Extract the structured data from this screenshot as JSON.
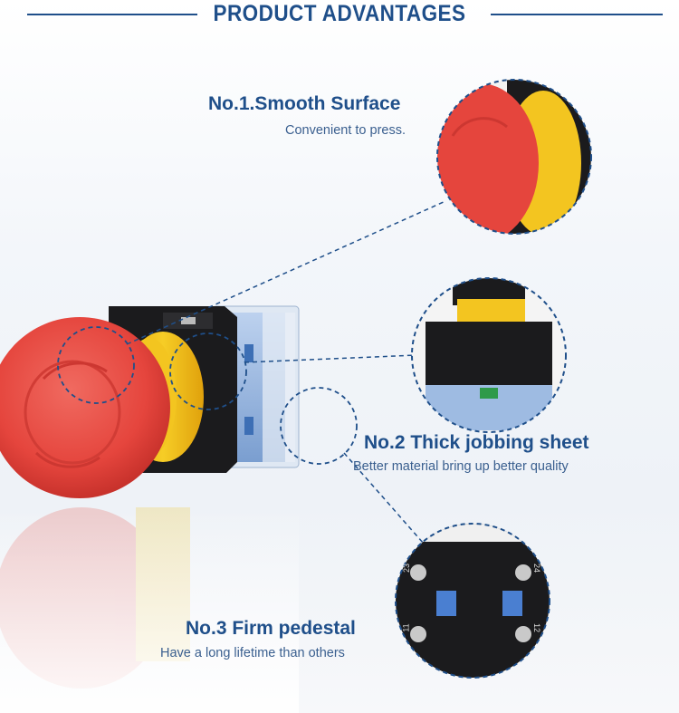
{
  "header": {
    "title": "PRODUCT ADVANTAGES"
  },
  "features": [
    {
      "title": "No.1.Smooth Surface",
      "subtitle": "Convenient to press."
    },
    {
      "title": "No.2 Thick jobbing sheet",
      "subtitle": "Better material bring up better quality"
    },
    {
      "title": "No.3 Firm pedestal",
      "subtitle": "Have a long lifetime than others"
    }
  ],
  "colors": {
    "heading": "#1f4f8a",
    "button_red": "#e8463f",
    "collar_yellow": "#f2c21a",
    "housing_black": "#1b1b1d",
    "base_blue": "#7fa7d8"
  },
  "terminal_labels": [
    "23",
    "24",
    "11",
    "12"
  ]
}
